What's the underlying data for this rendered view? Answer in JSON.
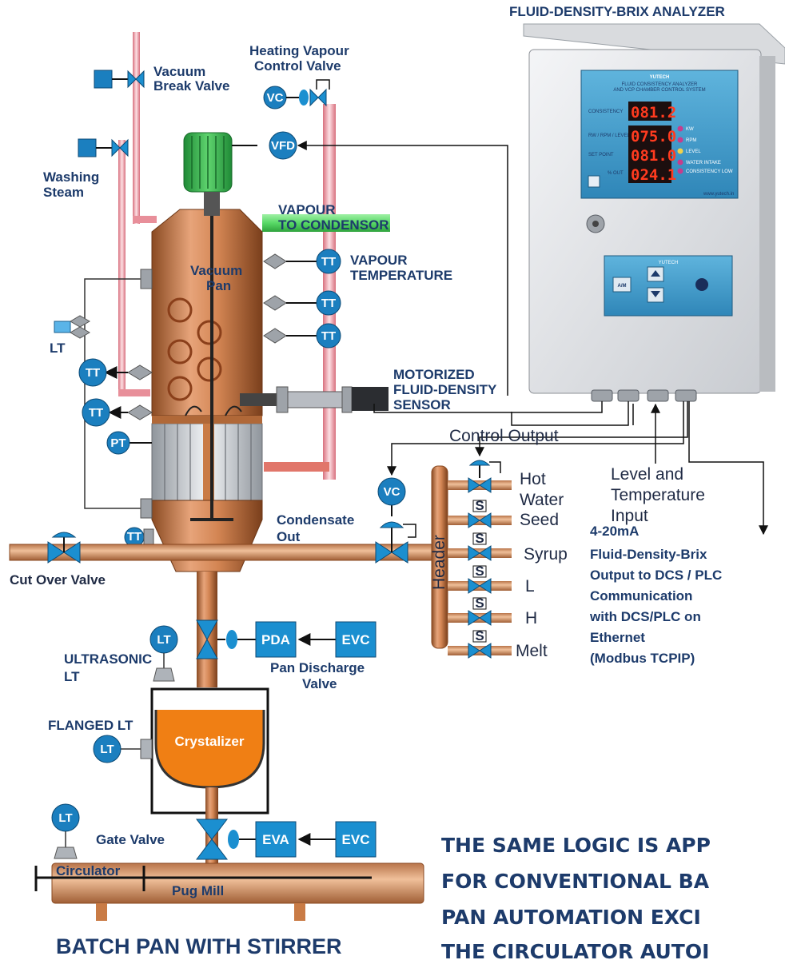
{
  "analyzer": {
    "title": "FLUID-DENSITY-BRIX ANALYZER",
    "brand": "YUTECH",
    "panel_title_1": "FLUID CONSISTENCY ANALYZER",
    "panel_title_2": "AND VCP CHAMBER CONTROL SYSTEM",
    "rows": [
      {
        "label": "CONSISTENCY",
        "value": "081.2"
      },
      {
        "label": "RW / RPM / LEVEL",
        "value": "075.0"
      },
      {
        "label": "SET POINT",
        "value": "081.0"
      },
      {
        "label": "% OUT",
        "value": "024.1"
      }
    ],
    "indicators": [
      "KW",
      "RPM",
      "LEVEL",
      "WATER INTAKE",
      "CONSISTENCY LOW"
    ],
    "website": "www.yutech.in",
    "keypad_brand": "YUTECH",
    "am_button": "A/M"
  },
  "labels": {
    "vacuum_break": [
      "Vacuum",
      "Break Valve"
    ],
    "heating_vapour": [
      "Heating Vapour",
      "Control Valve"
    ],
    "washing_steam": [
      "Washing",
      "Steam"
    ],
    "vapour_to_condensor": [
      "VAPOUR",
      "TO CONDENSOR"
    ],
    "vacuum_pan": [
      "Vacuum",
      "Pan"
    ],
    "vapour_temperature": [
      "VAPOUR",
      "TEMPERATURE"
    ],
    "motorized_sensor": [
      "MOTORIZED",
      "FLUID-DENSITY",
      "SENSOR"
    ],
    "control_output": "Control Output",
    "level_temp_input": [
      "Level and",
      "Temperature",
      "Input"
    ],
    "condensate_out": [
      "Condensate",
      "Out"
    ],
    "cut_over_valve": "Cut Over Valve",
    "header": "Header",
    "header_outlets": [
      "Hot",
      "Water",
      "Seed",
      "Syrup",
      "L",
      "H",
      "Melt"
    ],
    "dcs_text": [
      "4-20mA",
      "Fluid-Density-Brix",
      "Output to DCS / PLC",
      "Communication",
      "with DCS/PLC on",
      "Ethernet",
      "(Modbus TCPIP)"
    ],
    "ultrasonic_lt": [
      "ULTRASONIC",
      "LT"
    ],
    "pan_discharge": [
      "Pan Discharge",
      "Valve"
    ],
    "flanged_lt": "FLANGED LT",
    "crystalizer": "Crystalizer",
    "gate_valve": "Gate Valve",
    "circulator": "Circulator",
    "pug_mill": "Pug Mill",
    "footer": "BATCH PAN WITH STIRRER",
    "note_lines": [
      "THE SAME LOGIC IS APP",
      "FOR CONVENTIONAL BA",
      "PAN AUTOMATION EXCI",
      "THE CIRCULATOR AUTOI"
    ],
    "lt_left": "LT",
    "solenoid": "S"
  },
  "tags": {
    "vc": "VC",
    "vfd": "VFD",
    "tt": "TT",
    "pt": "PT",
    "lt": "LT",
    "pda": "PDA",
    "evc": "EVC",
    "eva": "EVA"
  },
  "colors": {
    "text": "#1d3b6b",
    "instrument": "#1b7fbf",
    "valve": "#1b8fd0",
    "copper": "#c97b45",
    "steam_pipe": "#f0a8b0",
    "vapour_pipe": "#6ee07a",
    "motor": "#2fb24a",
    "product": "#f07f14",
    "display_red": "#ff3b1f"
  }
}
